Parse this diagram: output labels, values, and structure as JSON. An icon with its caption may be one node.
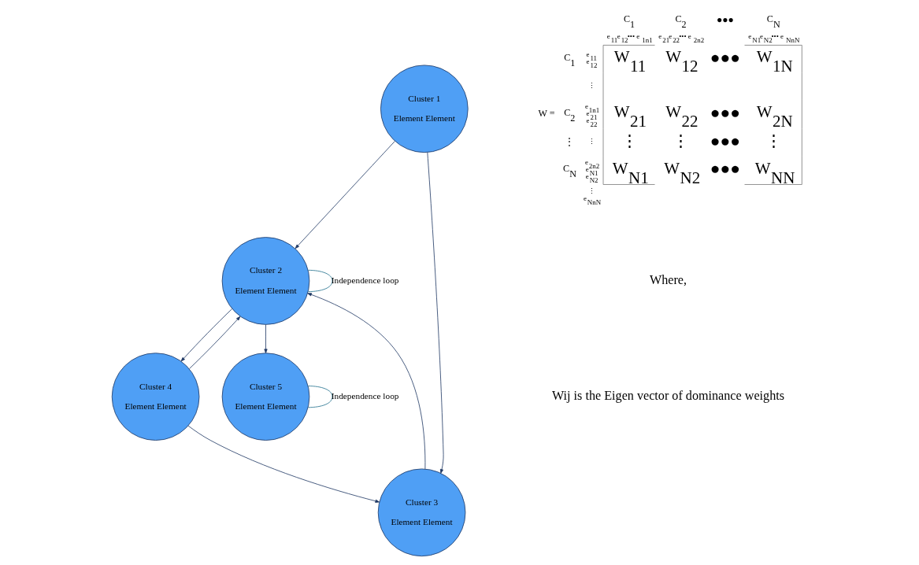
{
  "diagram": {
    "nodes": [
      {
        "text": [
          "Cluster 1",
          "Element Element"
        ]
      },
      {
        "text": [
          "Cluster 2",
          "Element Element"
        ]
      },
      {
        "text": [
          "Cluster 3",
          "Element Element"
        ]
      },
      {
        "text": [
          "Cluster 4",
          "Element Element"
        ]
      },
      {
        "text": [
          "Cluster 5",
          "Element Element"
        ]
      }
    ],
    "edges": [
      {
        "from": 0,
        "to": 2,
        "arrow": "to"
      },
      {
        "from": 0,
        "to": 1,
        "arrow": "to"
      },
      {
        "from": 2,
        "to": 1,
        "arrow": "to"
      },
      {
        "from": 1,
        "to": 3,
        "arrow": "to"
      },
      {
        "from": 3,
        "to": 1,
        "arrow": "to"
      },
      {
        "from": 3,
        "to": 2,
        "arrow": "to"
      },
      {
        "from": 1,
        "to": 4,
        "arrow": "to"
      },
      {
        "from": 1,
        "to": 1,
        "arrow": "none",
        "label": "Independence loop",
        "color": "#1f6f8b"
      },
      {
        "from": 4,
        "to": 4,
        "arrow": "none",
        "label": "Independence loop",
        "color": "#1f6f8b"
      }
    ],
    "labels": [
      "C$_{1}$",
      "C$_{2}$",
      "●●●",
      "C$_{N}$",
      "e$_{11}$e$_{12}$",
      "•••",
      "e$_{1n1}$",
      "e$_{21}$e$_{22}$",
      "•••",
      "e$_{2n2}$",
      "e$_{N1}$e$_{N2}$",
      "•••",
      "e$_{NnN}$",
      "C$_{1}$",
      "e$_{11}$",
      "e$_{12}$",
      "W$_{11}$",
      "W$_{12}$",
      "●●●",
      "W$_{1N}$",
      "⋮",
      "W =",
      "e$_{1n1}$",
      "e$_{21}$",
      "C$_{2}$",
      "e$_{22}$",
      "W$_{21}$",
      "W$_{22}$",
      "●●●",
      "W$_{2N}$",
      "⋮",
      "⋮",
      "⋮",
      "⋮",
      "●●●",
      "⋮",
      "e$_{2n2}$",
      "e$_{N1}$",
      "C$_{N}$",
      "e$_{N2}$",
      "W$_{N1}$",
      "W$_{N2}$",
      "●●●",
      "W$_{NN}$",
      "⋮",
      "e$_{NnN}$",
      "Where,",
      "Wij is the Eigen vector of dominance weights"
    ]
  }
}
